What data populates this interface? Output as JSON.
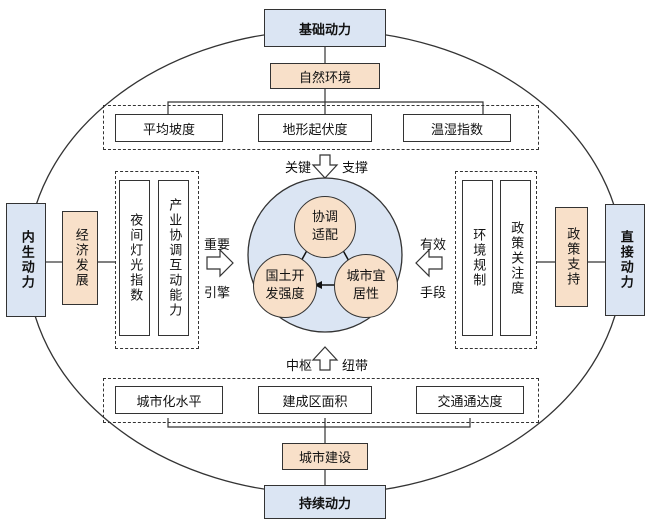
{
  "top": {
    "outer": "基础动力",
    "middle": "自然环境",
    "items": [
      "平均坡度",
      "地形起伏度",
      "温湿指数"
    ]
  },
  "bottom": {
    "outer": "持续动力",
    "middle": "城市建设",
    "items": [
      "城市化水平",
      "建成区面积",
      "交通通达度"
    ]
  },
  "left": {
    "outer": "内生动力",
    "middle": "经济发展",
    "items": [
      "夜间灯光指数",
      "产业协调互动能力"
    ]
  },
  "right": {
    "outer": "直接动力",
    "middle": "政策支持",
    "items": [
      "环境规制",
      "政策关注度"
    ]
  },
  "arrows": {
    "top": "关键 支撑",
    "bottom": "中枢 纽带",
    "left_top": "重要",
    "left_bottom": "引擎",
    "right_top": "有效",
    "right_bottom": "手段"
  },
  "center": {
    "top_circle": "协调适配",
    "left_circle": "国土开发强度",
    "right_circle": "城市宜居性"
  }
}
